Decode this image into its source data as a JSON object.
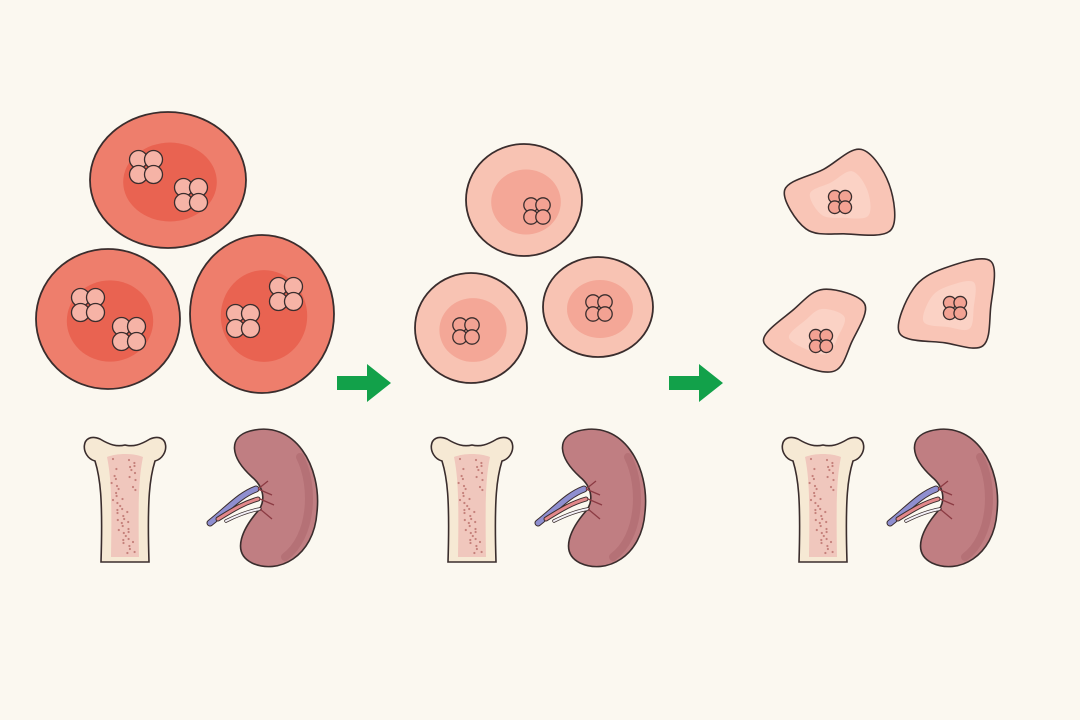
{
  "diagram": {
    "stages": [
      {
        "cells": [
          {
            "shape": "round",
            "fill": "#ee7e6c",
            "inner": "#e8604f",
            "clusters": 2
          },
          {
            "shape": "round",
            "fill": "#ee7e6c",
            "inner": "#e8604f",
            "clusters": 2
          },
          {
            "shape": "round",
            "fill": "#ee7e6c",
            "inner": "#e8604f",
            "clusters": 2
          }
        ],
        "organs": [
          "bone-icon",
          "kidney-icon"
        ]
      },
      {
        "cells": [
          {
            "shape": "round",
            "fill": "#f8c3b3",
            "inner": "#f3a493",
            "clusters": 1
          },
          {
            "shape": "round",
            "fill": "#f8c3b3",
            "inner": "#f3a493",
            "clusters": 1
          },
          {
            "shape": "round",
            "fill": "#f8c3b3",
            "inner": "#f3a493",
            "clusters": 1
          }
        ],
        "organs": [
          "bone-icon",
          "kidney-icon"
        ]
      },
      {
        "cells": [
          {
            "shape": "irregular",
            "fill": "#f9c5b6",
            "inner": "#fbd4c8",
            "clusters": 1
          },
          {
            "shape": "irregular",
            "fill": "#f9c5b6",
            "inner": "#fbd4c8",
            "clusters": 1
          },
          {
            "shape": "irregular",
            "fill": "#f9c5b6",
            "inner": "#fbd4c8",
            "clusters": 1
          }
        ],
        "organs": [
          "bone-icon",
          "kidney-icon"
        ]
      }
    ],
    "arrows": [
      "right-arrow-icon",
      "right-arrow-icon"
    ],
    "colors": {
      "background": "#fbf8f0",
      "outline": "#3a2d2d",
      "arrow": "#12a14a",
      "bone": "#f6e9d4",
      "marrow": "#f0c7bd",
      "kidney": "#c07e82",
      "kidney_shade": "#a86268",
      "vein": "#8f8fd0",
      "artery": "#e3888a"
    }
  }
}
